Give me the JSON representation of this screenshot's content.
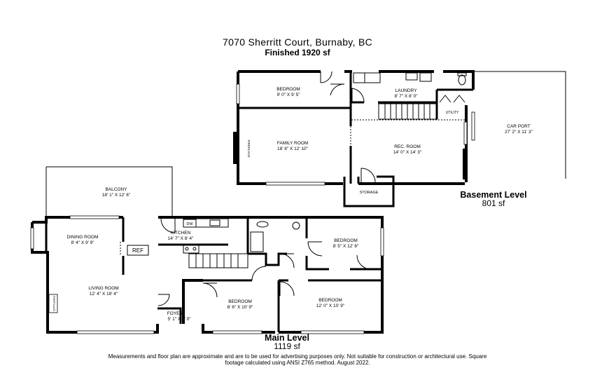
{
  "header": {
    "address": "7070 Sherritt Court, Burnaby, BC",
    "finished": "Finished  1920 sf"
  },
  "basement": {
    "title": "Basement Level",
    "sf": "801 sf",
    "rooms": {
      "bedroom": {
        "name": "BEDROOM",
        "dims": "9' 0\" X 9' 5\""
      },
      "laundry": {
        "name": "LAUNDRY",
        "dims": "8' 7\" X 8' 0\""
      },
      "utility": {
        "name": "UTILITY"
      },
      "family": {
        "name": "FAMILY ROOM",
        "dims": "18' 8\" X 12' 10\""
      },
      "fireplace": {
        "name": "FIREPLACE"
      },
      "rec": {
        "name": "REC. ROOM",
        "dims": "14' 0\" X 14' 3\""
      },
      "storage": {
        "name": "STORAGE"
      },
      "carport": {
        "name": "CAR PORT",
        "dims": "27' 2\" X 11' 3\""
      }
    }
  },
  "main": {
    "title": "Main Level",
    "sf": "1119 sf",
    "rooms": {
      "balcony": {
        "name": "BALCONY",
        "dims": "18' 1\" X 12' 6\""
      },
      "dining": {
        "name": "DINING ROOM",
        "dims": "8' 4\" X 9' 9\""
      },
      "kitchen": {
        "name": "KITCHEN",
        "dims": "14' 7\" X 8' 4\""
      },
      "dw": {
        "name": "DW"
      },
      "ref": {
        "name": "REF"
      },
      "bedroom1": {
        "name": "BEDROOM",
        "dims": "8' 5\" X 12' 6\""
      },
      "living": {
        "name": "LIVING ROOM",
        "dims": "12' 4\" X 18' 4\""
      },
      "fireplace": {
        "name": "FIREPLACE"
      },
      "bedroom2": {
        "name": "BEDROOM",
        "dims": "8' 6\" X 10' 9\""
      },
      "bedroom3": {
        "name": "BEDROOM",
        "dims": "12' 0\" X 10' 9\""
      },
      "foyer": {
        "name": "FOYER",
        "dims": "5' 1\" X 4' 0\""
      }
    }
  },
  "footer": {
    "line1": "Measurements and floor plan are approximate and are to be used for advertising purposes only. Not suitable for construction or architectural use. Square",
    "line2": "footage calculated using ANSI Z765 method. August 2022."
  }
}
